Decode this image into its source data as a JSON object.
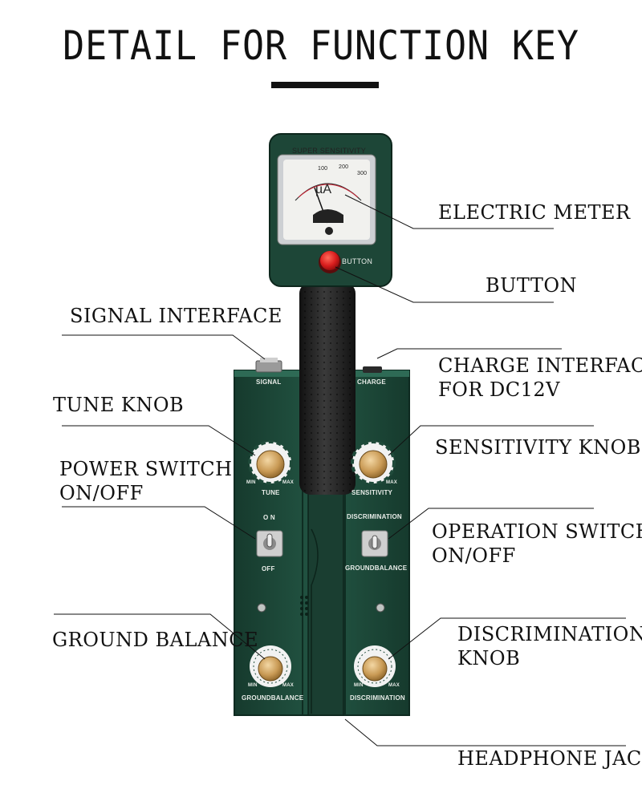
{
  "title": "DETAIL FOR FUNCTION KEY",
  "device": {
    "meter_brand": "SUPER SENSITIVITY",
    "meter_unit": "µA",
    "meter_scale": [
      "100",
      "200",
      "300"
    ],
    "button": "BUTTON",
    "signal": "SIGNAL",
    "charge": "CHARGE",
    "tune": "TUNE",
    "sensitivity": "SENSITIVITY",
    "min": "MIN",
    "max": "MAX",
    "on": "O N",
    "off": "OFF",
    "discrimination_top": "DISCRIMINATION",
    "ground_balance_mid": "GROUNDBALANCE",
    "ground_balance_bottom": "GROUNDBALANCE",
    "discrimination_bottom": "DISCRIMINATION"
  },
  "labels": {
    "electric_meter": "ELECTRIC METER",
    "button": "BUTTON",
    "signal_interface": "SIGNAL INTERFACE",
    "charge_interface": [
      "CHARGE INTERFACE",
      "FOR DC12V"
    ],
    "tune_knob": "TUNE KNOB",
    "sensitivity_knob": "SENSITIVITY KNOB",
    "power_switch": [
      "POWER SWITCH",
      "ON/OFF"
    ],
    "operation_switch": [
      "OPERATION SWITCH",
      "ON/OFF"
    ],
    "ground_balance": "GROUND BALANCE",
    "discrimination_knob": [
      "DISCRIMINATION",
      "KNOB"
    ],
    "headphone_jack": "HEADPHONE JACK"
  },
  "colors": {
    "body": "#1f4a3a",
    "knob": "#c99a55",
    "button": "#d91d1d",
    "handle": "#222222"
  }
}
